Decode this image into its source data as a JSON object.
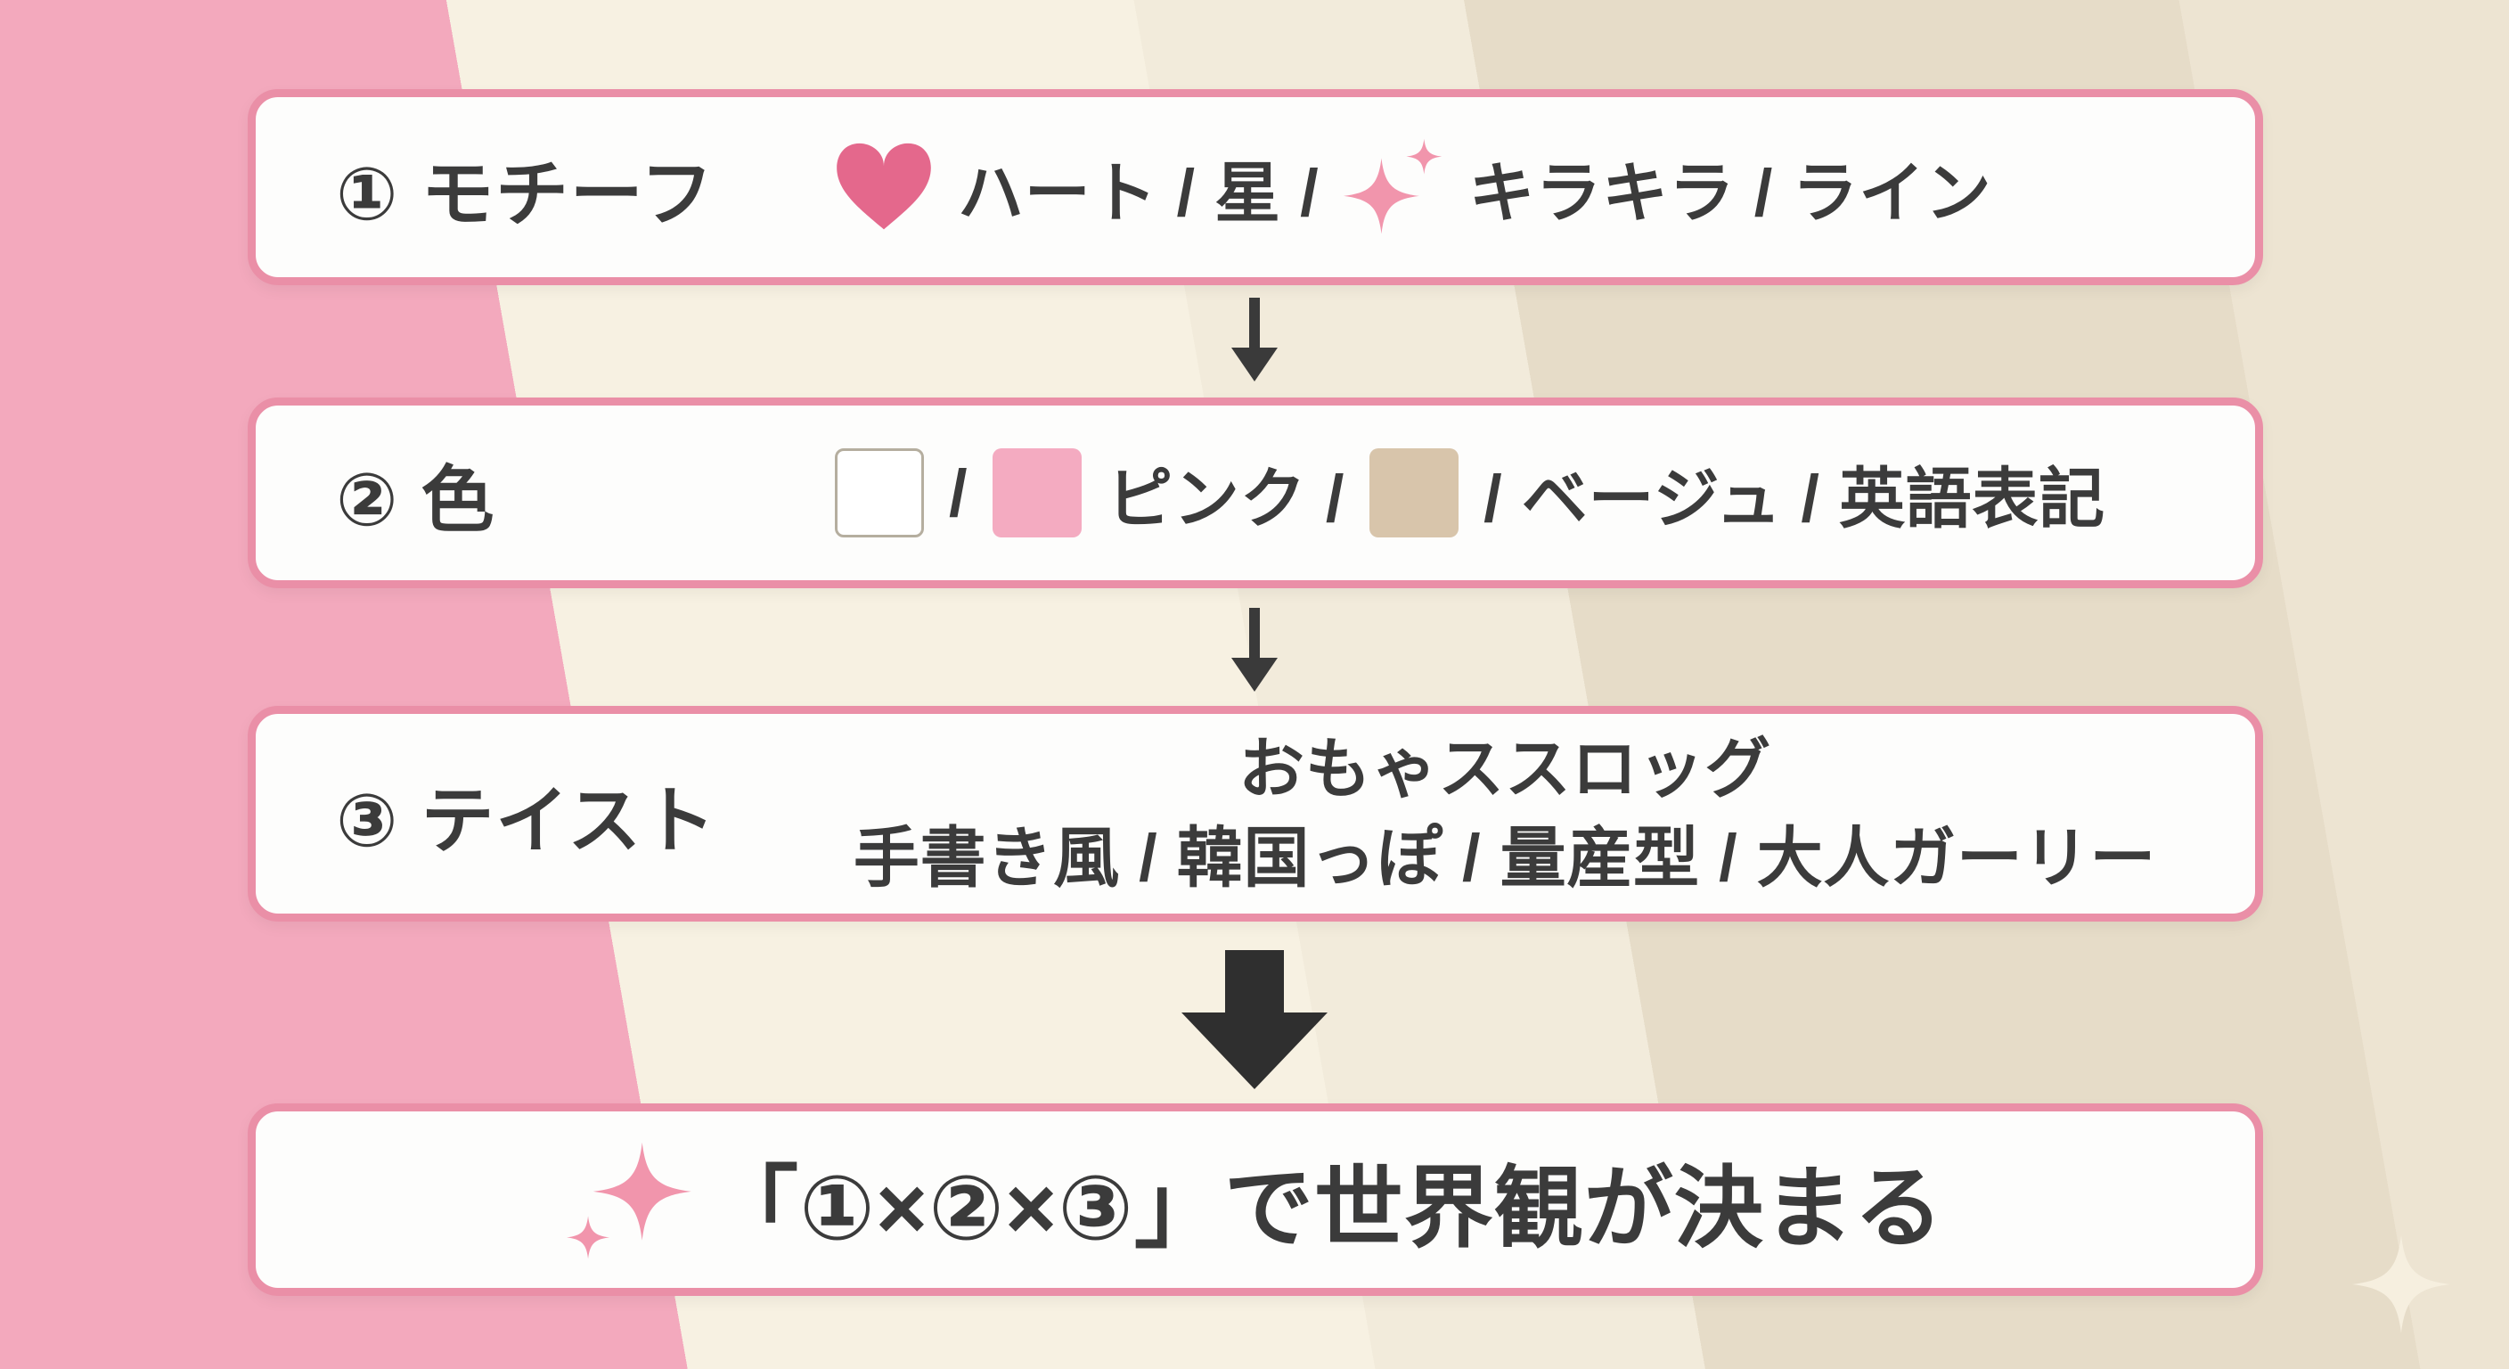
{
  "colors": {
    "bg_pink": "#f3a9bd",
    "bg_cream": "#f7f1e2",
    "bg_cream2": "#f2ebdb",
    "bg_beige": "#e6dcc8",
    "bg_beige2": "#ede4d2",
    "box_bg": "#fdfdfc",
    "box_border": "#ea8fa7",
    "text_dark": "#3b3b3b",
    "heart_pink": "#e4688c",
    "sparkle_pink": "#f195ac",
    "swatch_white": "#ffffff",
    "swatch_white_border": "#b5ae9f",
    "swatch_pink": "#f4abc1",
    "swatch_beige": "#d8c5ab",
    "arrow_color": "#3a3a3a",
    "block_arrow_color": "#2f2f2f",
    "bg_sparkle": "#f6efdf"
  },
  "steps": [
    {
      "label": "① モチーフ",
      "text_a": "ハート / 星 /",
      "text_b": "キラキラ / ライン"
    },
    {
      "label": "② 色",
      "sep_a": "/",
      "pink_name": "ピンク /",
      "tail": "/ ベージュ / 英語表記"
    },
    {
      "label": "③ テイスト",
      "line1": "おもゃススロッグ",
      "line2": "手書き風 / 韓国っぽ / 量産型 / 大人ガーリー"
    }
  ],
  "result": {
    "text": "「①×②×③」で世界観が決まる"
  },
  "icons": {
    "step1_motif": "heart-icon",
    "step1_decor": "sparkles-icon",
    "result_decor": "sparkles-icon",
    "background_decor": "four-point-star-icon"
  }
}
